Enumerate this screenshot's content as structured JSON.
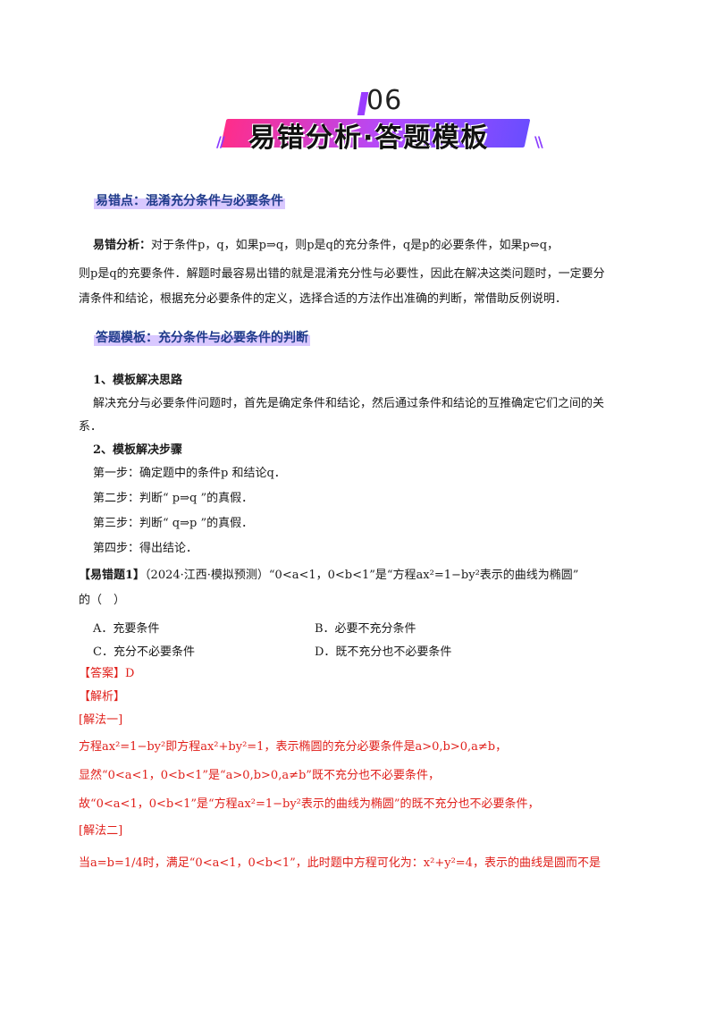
{
  "header": {
    "number": "06",
    "title": "易错分析·答题模板"
  },
  "section1": {
    "heading": "易错点：混淆充分条件与必要条件"
  },
  "analysis": {
    "label": "易错分析：",
    "line1": "对于条件p，q，如果p⇒q，则p是q的充分条件，q是p的必要条件，如果p⇔q，",
    "line2": "则p是q的充要条件．解题时最容易出错的就是混淆充分性与必要性，因此在解决这类问题时，一定要分",
    "line3": "清条件和结论，根据充分必要条件的定义，选择合适的方法作出准确的判断，常借助反例说明．"
  },
  "section2": {
    "heading": "答题模板：充分条件与必要条件的判断"
  },
  "template": {
    "h1": "1、模板解决思路",
    "t1a": "解决充分与必要条件问题时，首先是确定条件和结论，然后通过条件和结论的互推确定它们之间的关",
    "t1b": "系．",
    "h2": "2、模板解决步骤",
    "s1": "第一步：确定题中的条件p 和结论q．",
    "s2": "第二步：判断“ p⇒q ”的真假．",
    "s3": "第三步：判断“ q⇒p ”的真假．",
    "s4": "第四步：得出结论．"
  },
  "problem": {
    "tag": "【易错题1】",
    "stem1": "（2024·江西·模拟预测）“0<a<1，0<b<1”是“方程ax²=1−by²表示的曲线为椭圆”",
    "stem2": "的（　）",
    "optA": "A．充要条件",
    "optB": "B．必要不充分条件",
    "optC": "C．充分不必要条件",
    "optD": "D．既不充分也不必要条件"
  },
  "solution": {
    "answer": "【答案】D",
    "analysis_tag": "【解析】",
    "method1": "[解法一]",
    "l1": "方程ax²=1−by²即方程ax²+by²=1，表示椭圆的充分必要条件是a>0,b>0,a≠b，",
    "l2": "显然“0<a<1，0<b<1”是“a>0,b>0,a≠b”既不充分也不必要条件，",
    "l3": "故“0<a<1，0<b<1”是“方程ax²=1−by²表示的曲线为椭圆”的既不充分也不必要条件，",
    "method2": "[解法二]",
    "l4": "当a=b=1/4时，满足“0<a<1，0<b<1”，此时题中方程可化为：x²+y²=4，表示的曲线是圆而不是"
  }
}
